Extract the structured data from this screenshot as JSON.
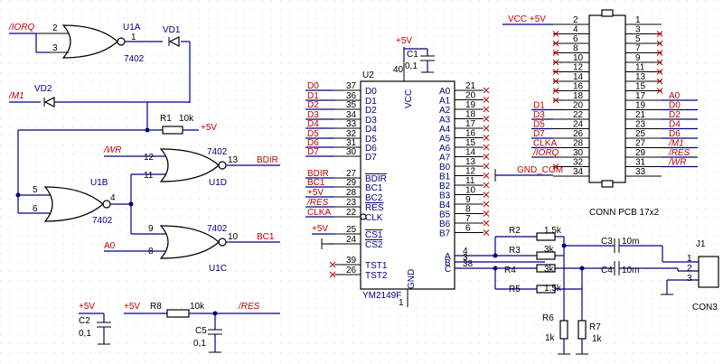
{
  "gates": {
    "u1a": {
      "ref": "U1A",
      "type": "7402",
      "in1": "2",
      "in2": "3",
      "out": "1"
    },
    "u1b": {
      "ref": "U1B",
      "type": "7402",
      "in1": "5",
      "in2": "6",
      "out": "4"
    },
    "u1c": {
      "ref": "U1C",
      "type": "7402",
      "in1": "9",
      "in2": "8",
      "out": "10"
    },
    "u1d": {
      "ref": "U1D",
      "type": "7402",
      "in1": "12",
      "in2": "11",
      "out": "13"
    }
  },
  "diodes": {
    "vd1": "VD1",
    "vd2": "VD2"
  },
  "nets": {
    "iorq": "/IORQ",
    "m1": "/M1",
    "wr": "/WR",
    "a0": "A0",
    "bdir": "BDIR",
    "bc1": "BC1",
    "vcc5": "+5V",
    "res": "/RES"
  },
  "resistors": {
    "r1": {
      "ref": "R1",
      "val": "10k"
    },
    "r2": {
      "ref": "R2",
      "val": "1.5k"
    },
    "r3": {
      "ref": "R3",
      "val": "3k"
    },
    "r4": {
      "ref": "R4",
      "val": "3k"
    },
    "r5": {
      "ref": "R5",
      "val": "1.5k"
    },
    "r6": {
      "ref": "R6",
      "val": "1k"
    },
    "r7": {
      "ref": "R7",
      "val": "1k"
    },
    "r8": {
      "ref": "R8",
      "val": "10k"
    }
  },
  "caps": {
    "c1": {
      "ref": "C1",
      "val": "0,1"
    },
    "c2": {
      "ref": "C2",
      "val": "0,1"
    },
    "c3": {
      "ref": "C3",
      "val": "10m"
    },
    "c4": {
      "ref": "C4",
      "val": "10m"
    },
    "c5": {
      "ref": "C5",
      "val": "0,1"
    }
  },
  "ym": {
    "ref": "U2",
    "part": "YM2149F",
    "vcc": "VCC",
    "gnd": "GND",
    "vcc_pin": "40",
    "gnd_pin": "1",
    "left_nets": [
      "D0",
      "D1",
      "D2",
      "D3",
      "D4",
      "D5",
      "D6",
      "D7"
    ],
    "left_pins": [
      "37",
      "36",
      "35",
      "34",
      "33",
      "32",
      "31",
      "30"
    ],
    "left_labels": [
      "D0",
      "D1",
      "D2",
      "D3",
      "D4",
      "D5",
      "D6",
      "D7"
    ],
    "ctrl_nets": [
      "BDIR",
      "BC1",
      "+5V",
      "/RES",
      "CLKA"
    ],
    "ctrl_pins": [
      "27",
      "29",
      "28",
      "23",
      "22"
    ],
    "ctrl_labels": [
      "BDIR",
      "BC1",
      "BC2",
      "RES",
      "CLK"
    ],
    "cs_net": "+5V",
    "cs_pins": [
      "25",
      "24"
    ],
    "cs_labels": [
      "CS1",
      "CS2"
    ],
    "tst_pins": [
      "39",
      "26"
    ],
    "tst_labels": [
      "TST1",
      "TST2"
    ],
    "right_labels": [
      "A0",
      "A1",
      "A2",
      "A3",
      "A4",
      "A5",
      "A6",
      "A7",
      "B0",
      "B1",
      "B2",
      "B3",
      "B4",
      "B5",
      "B6",
      "B7"
    ],
    "right_pins": [
      "21",
      "20",
      "19",
      "18",
      "17",
      "16",
      "15",
      "14",
      "13",
      "12",
      "11",
      "10",
      "9",
      "8",
      "7",
      "6"
    ],
    "abc_labels": [
      "A",
      "B",
      "C"
    ],
    "abc_pins": [
      "4",
      "3",
      "38"
    ]
  },
  "conn": {
    "title": "CONN PCB 17x2",
    "vcc_net": "VCC +5V",
    "gnd_net": "GND_COM",
    "left_pins": [
      "2",
      "4",
      "6",
      "8",
      "10",
      "12",
      "14",
      "16",
      "18",
      "20",
      "22",
      "24",
      "26",
      "28",
      "30",
      "32",
      "34"
    ],
    "right_pins": [
      "1",
      "3",
      "5",
      "7",
      "9",
      "11",
      "13",
      "15",
      "17",
      "19",
      "21",
      "23",
      "25",
      "27",
      "29",
      "31",
      "33"
    ],
    "left_nets": [
      "",
      "",
      "",
      "",
      "",
      "",
      "",
      "",
      "",
      "D1",
      "D3",
      "D5",
      "D7",
      "CLKA",
      "/IORQ",
      "",
      ""
    ],
    "right_nets": [
      "",
      "",
      "",
      "",
      "",
      "",
      "",
      "",
      "A0",
      "D0",
      "D2",
      "D4",
      "D6",
      "/M1",
      "/RES",
      "/WR",
      ""
    ]
  },
  "j1": {
    "ref": "J1",
    "part": "CON3",
    "pins": [
      "1",
      "2",
      "3"
    ]
  }
}
